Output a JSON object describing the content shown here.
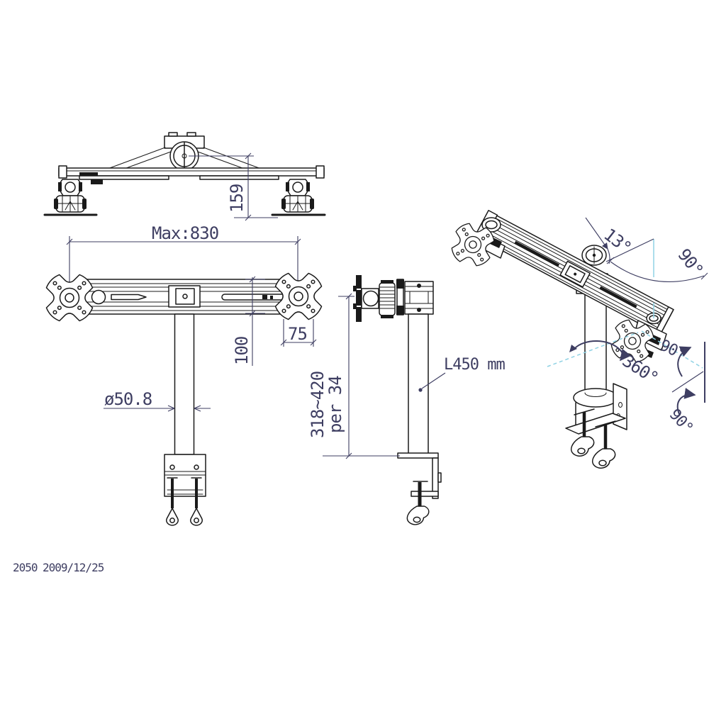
{
  "drawing": {
    "title_block": {
      "model": "2050",
      "date": "2009/12/25"
    },
    "dims": {
      "arm_width_max": "Max:830",
      "head_height": "159",
      "vesa_vertical": "100",
      "vesa_horizontal": "75",
      "pole_diameter": "ø50.8",
      "height_range": "318~420",
      "height_step": "per 34",
      "pole_length": "L450 mm"
    },
    "angles": {
      "tilt": "13°",
      "tilt_range": "90°",
      "swivel": "360°",
      "rotate_upper": "90°",
      "rotate_lower": "90°"
    },
    "colors": {
      "background": "#ffffff",
      "drawing_line": "#1a1a1a",
      "dimension": "#3e3e62",
      "rotation_axis": "#8fd2e4"
    }
  }
}
